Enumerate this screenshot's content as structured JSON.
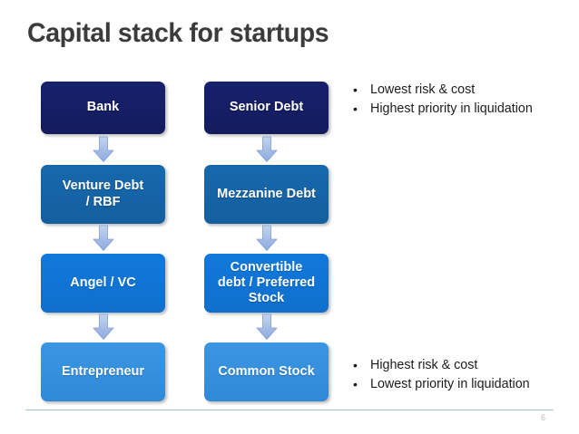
{
  "slide": {
    "title": "Capital stack for startups",
    "page_number": "6"
  },
  "diagram": {
    "type": "capital-stack-flow",
    "arrow_icon": "down-arrow-icon",
    "columns": [
      {
        "name": "startup-financing-column",
        "nodes": [
          {
            "label": "Bank",
            "color": "#17206b",
            "tier": 0
          },
          {
            "label": "Venture Debt\n/ RBF",
            "color": "#1668ad",
            "tier": 1
          },
          {
            "label": "Angel / VC",
            "color": "#1179dc",
            "tier": 2
          },
          {
            "label": "Entrepreneur",
            "color": "#3b96e2",
            "tier": 3
          }
        ]
      },
      {
        "name": "instrument-column",
        "nodes": [
          {
            "label": "Senior Debt",
            "color": "#17206b",
            "tier": 0
          },
          {
            "label": "Mezzanine Debt",
            "color": "#1668ad",
            "tier": 1
          },
          {
            "label": "Convertible\ndebt / Preferred\nStock",
            "color": "#1179dc",
            "tier": 2
          },
          {
            "label": "Common Stock",
            "color": "#3b96e2",
            "tier": 3
          }
        ]
      }
    ]
  },
  "annotations": {
    "top": {
      "name": "top-risk-annotation",
      "bullets": [
        "Lowest risk & cost",
        "Highest priority in liquidation"
      ]
    },
    "bottom": {
      "name": "bottom-risk-annotation",
      "bullets": [
        "Highest risk & cost",
        "Lowest priority in liquidation"
      ]
    }
  },
  "colors": {
    "title": "#3b3b3b",
    "tier_0": "#17206b",
    "tier_1": "#1668ad",
    "tier_2": "#1179dc",
    "tier_3": "#3b96e2",
    "arrow": "#a8c2e8",
    "footer_rule": "#9fc3d8",
    "page_number": "#b9b9b9",
    "background": "#ffffff"
  }
}
